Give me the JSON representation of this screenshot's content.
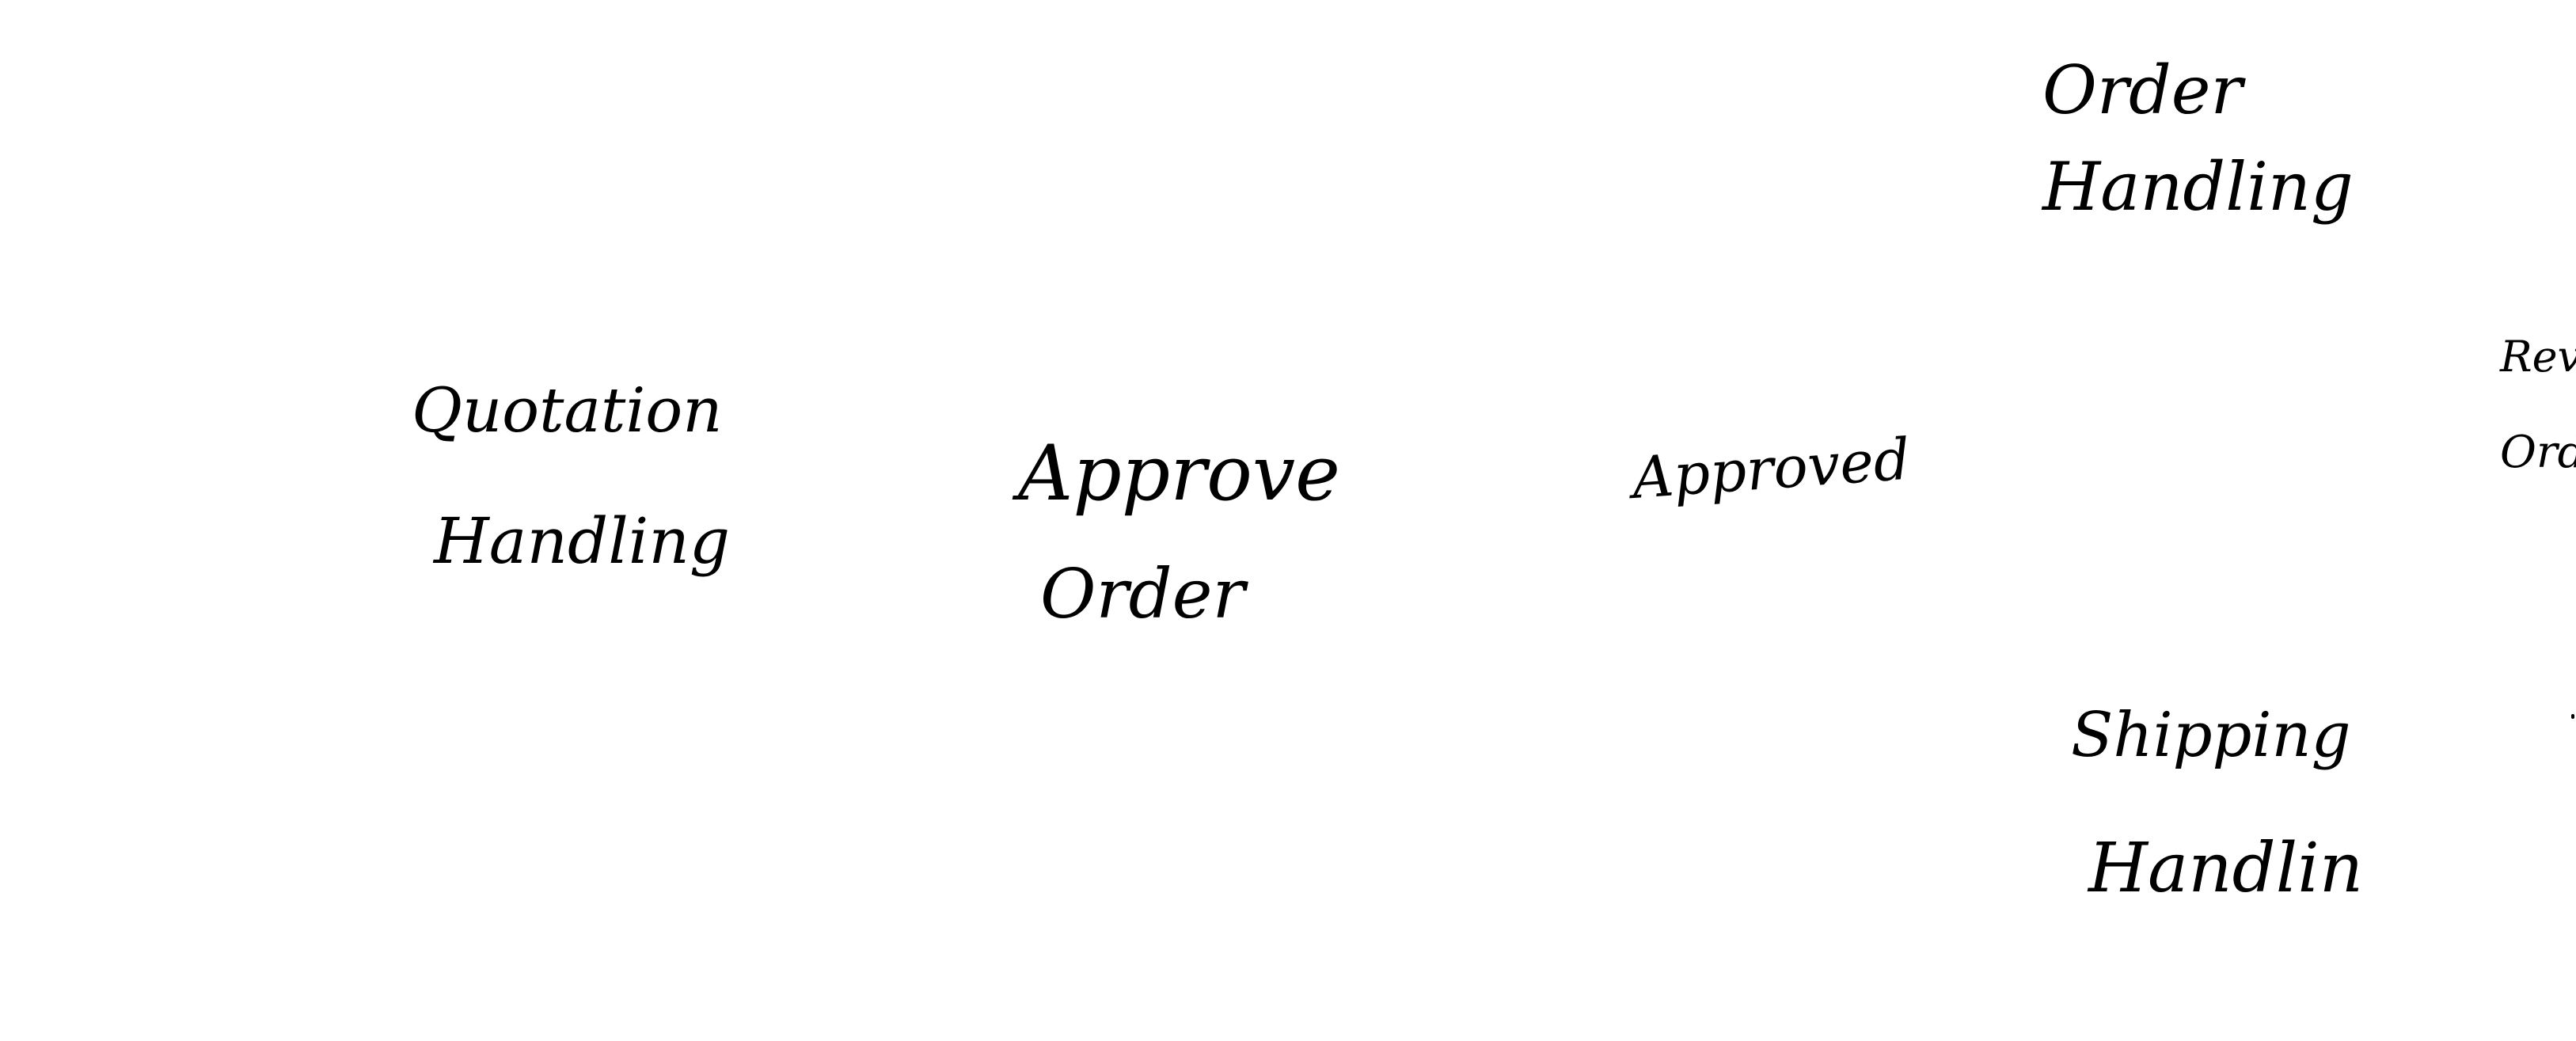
{
  "labels": {
    "quotation_handling": [
      "Quotation",
      "Handling"
    ],
    "approve_order": [
      "Approve",
      "Order"
    ],
    "approved": "Approved",
    "order_handling": [
      "Order",
      "Handling"
    ],
    "shipping_handling": [
      "Shipping",
      "Handlin"
    ],
    "review_order": [
      "Revie",
      "Order"
    ]
  },
  "colors": {
    "background": "#ffffff",
    "ink": "#000000"
  }
}
